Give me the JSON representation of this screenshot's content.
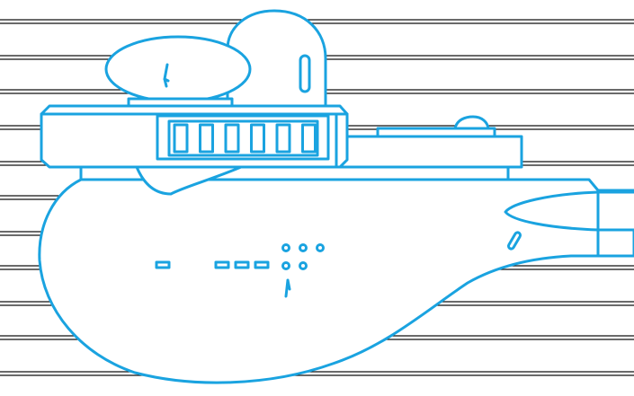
{
  "colors": {
    "line_art": "#1aa3e0",
    "stripes": "#111111",
    "background": "#ffffff"
  },
  "drawing": {
    "subject": "submarine-vessel-outline",
    "background_pattern": "horizontal-double-stripes",
    "porthole_count": 5,
    "window_count": 6
  }
}
